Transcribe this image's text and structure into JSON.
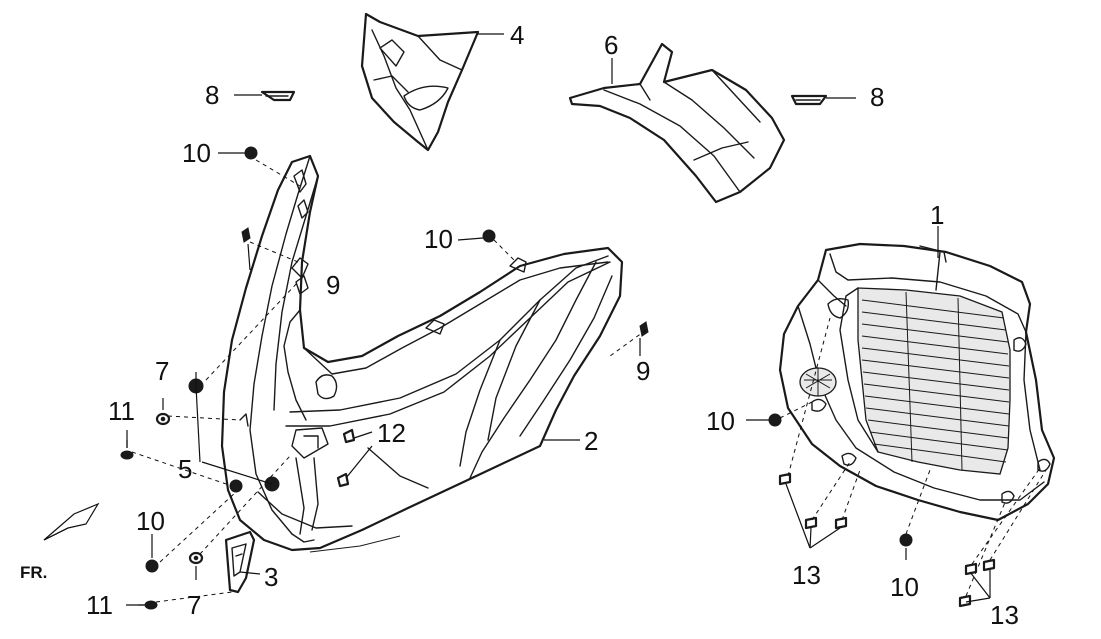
{
  "labels": {
    "p1": "1",
    "p2": "2",
    "p3": "3",
    "p4": "4",
    "p5": "5",
    "p6": "6",
    "p7a": "7",
    "p7b": "7",
    "p8a": "8",
    "p8b": "8",
    "p9a": "9",
    "p9b": "9",
    "p10a": "10",
    "p10b": "10",
    "p10c": "10",
    "p10d": "10",
    "p10e": "10",
    "p11a": "11",
    "p11b": "11",
    "p12": "12",
    "p13a": "13",
    "p13b": "13"
  },
  "direction_label": "FR."
}
